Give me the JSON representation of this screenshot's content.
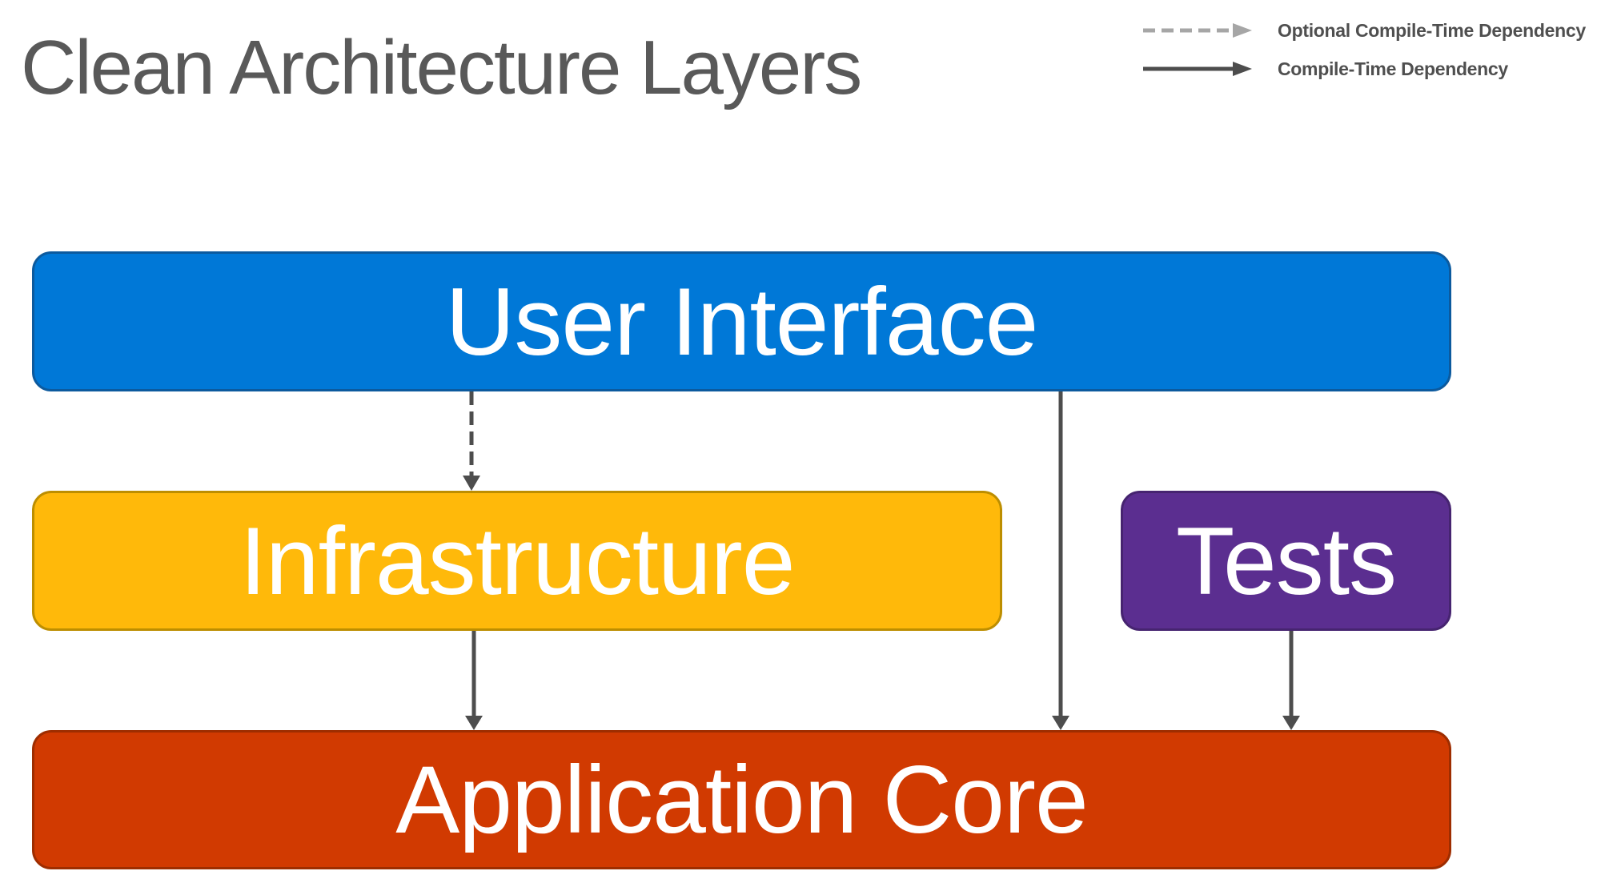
{
  "title": "Clean Architecture Layers",
  "legend": {
    "items": [
      {
        "type": "optional-dashed",
        "label": "Optional Compile-Time Dependency"
      },
      {
        "type": "solid",
        "label": "Compile-Time Dependency"
      }
    ]
  },
  "boxes": {
    "user_interface": {
      "label": "User Interface",
      "color": "#0078D7"
    },
    "infrastructure": {
      "label": "Infrastructure",
      "color": "#FFB90A"
    },
    "tests": {
      "label": "Tests",
      "color": "#5B2E90"
    },
    "application_core": {
      "label": "Application Core",
      "color": "#D13A01"
    }
  },
  "arrows": [
    {
      "from": "user_interface",
      "to": "infrastructure",
      "type": "optional-dashed"
    },
    {
      "from": "infrastructure",
      "to": "application_core",
      "type": "solid"
    },
    {
      "from": "user_interface",
      "to": "application_core",
      "type": "solid"
    },
    {
      "from": "tests",
      "to": "application_core",
      "type": "solid"
    }
  ],
  "colors": {
    "title-color": "#595959",
    "legend-text-color": "#4F4F4F",
    "arrow-color": "#4D4D4D",
    "optional-arrow-color": "#A6A6A6",
    "ui-fill": "#0078D7",
    "ui-border": "#0C5A9E",
    "infra-fill": "#FFB90A",
    "infra-border": "#BD8E00",
    "tests-fill": "#5B2E90",
    "tests-border": "#462470",
    "core-fill": "#D13A01",
    "core-border": "#9E2D00"
  }
}
